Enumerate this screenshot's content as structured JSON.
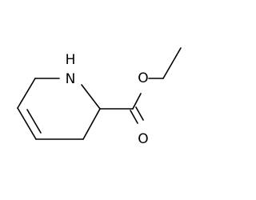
{
  "molecule": {
    "atoms": {
      "nitrogen": "N",
      "nitrogen_hydrogen": "H",
      "ester_oxygen": "O",
      "carbonyl_oxygen": "O"
    },
    "colors": {
      "bond": "#000000",
      "label": "#000000",
      "background": "#ffffff"
    }
  }
}
